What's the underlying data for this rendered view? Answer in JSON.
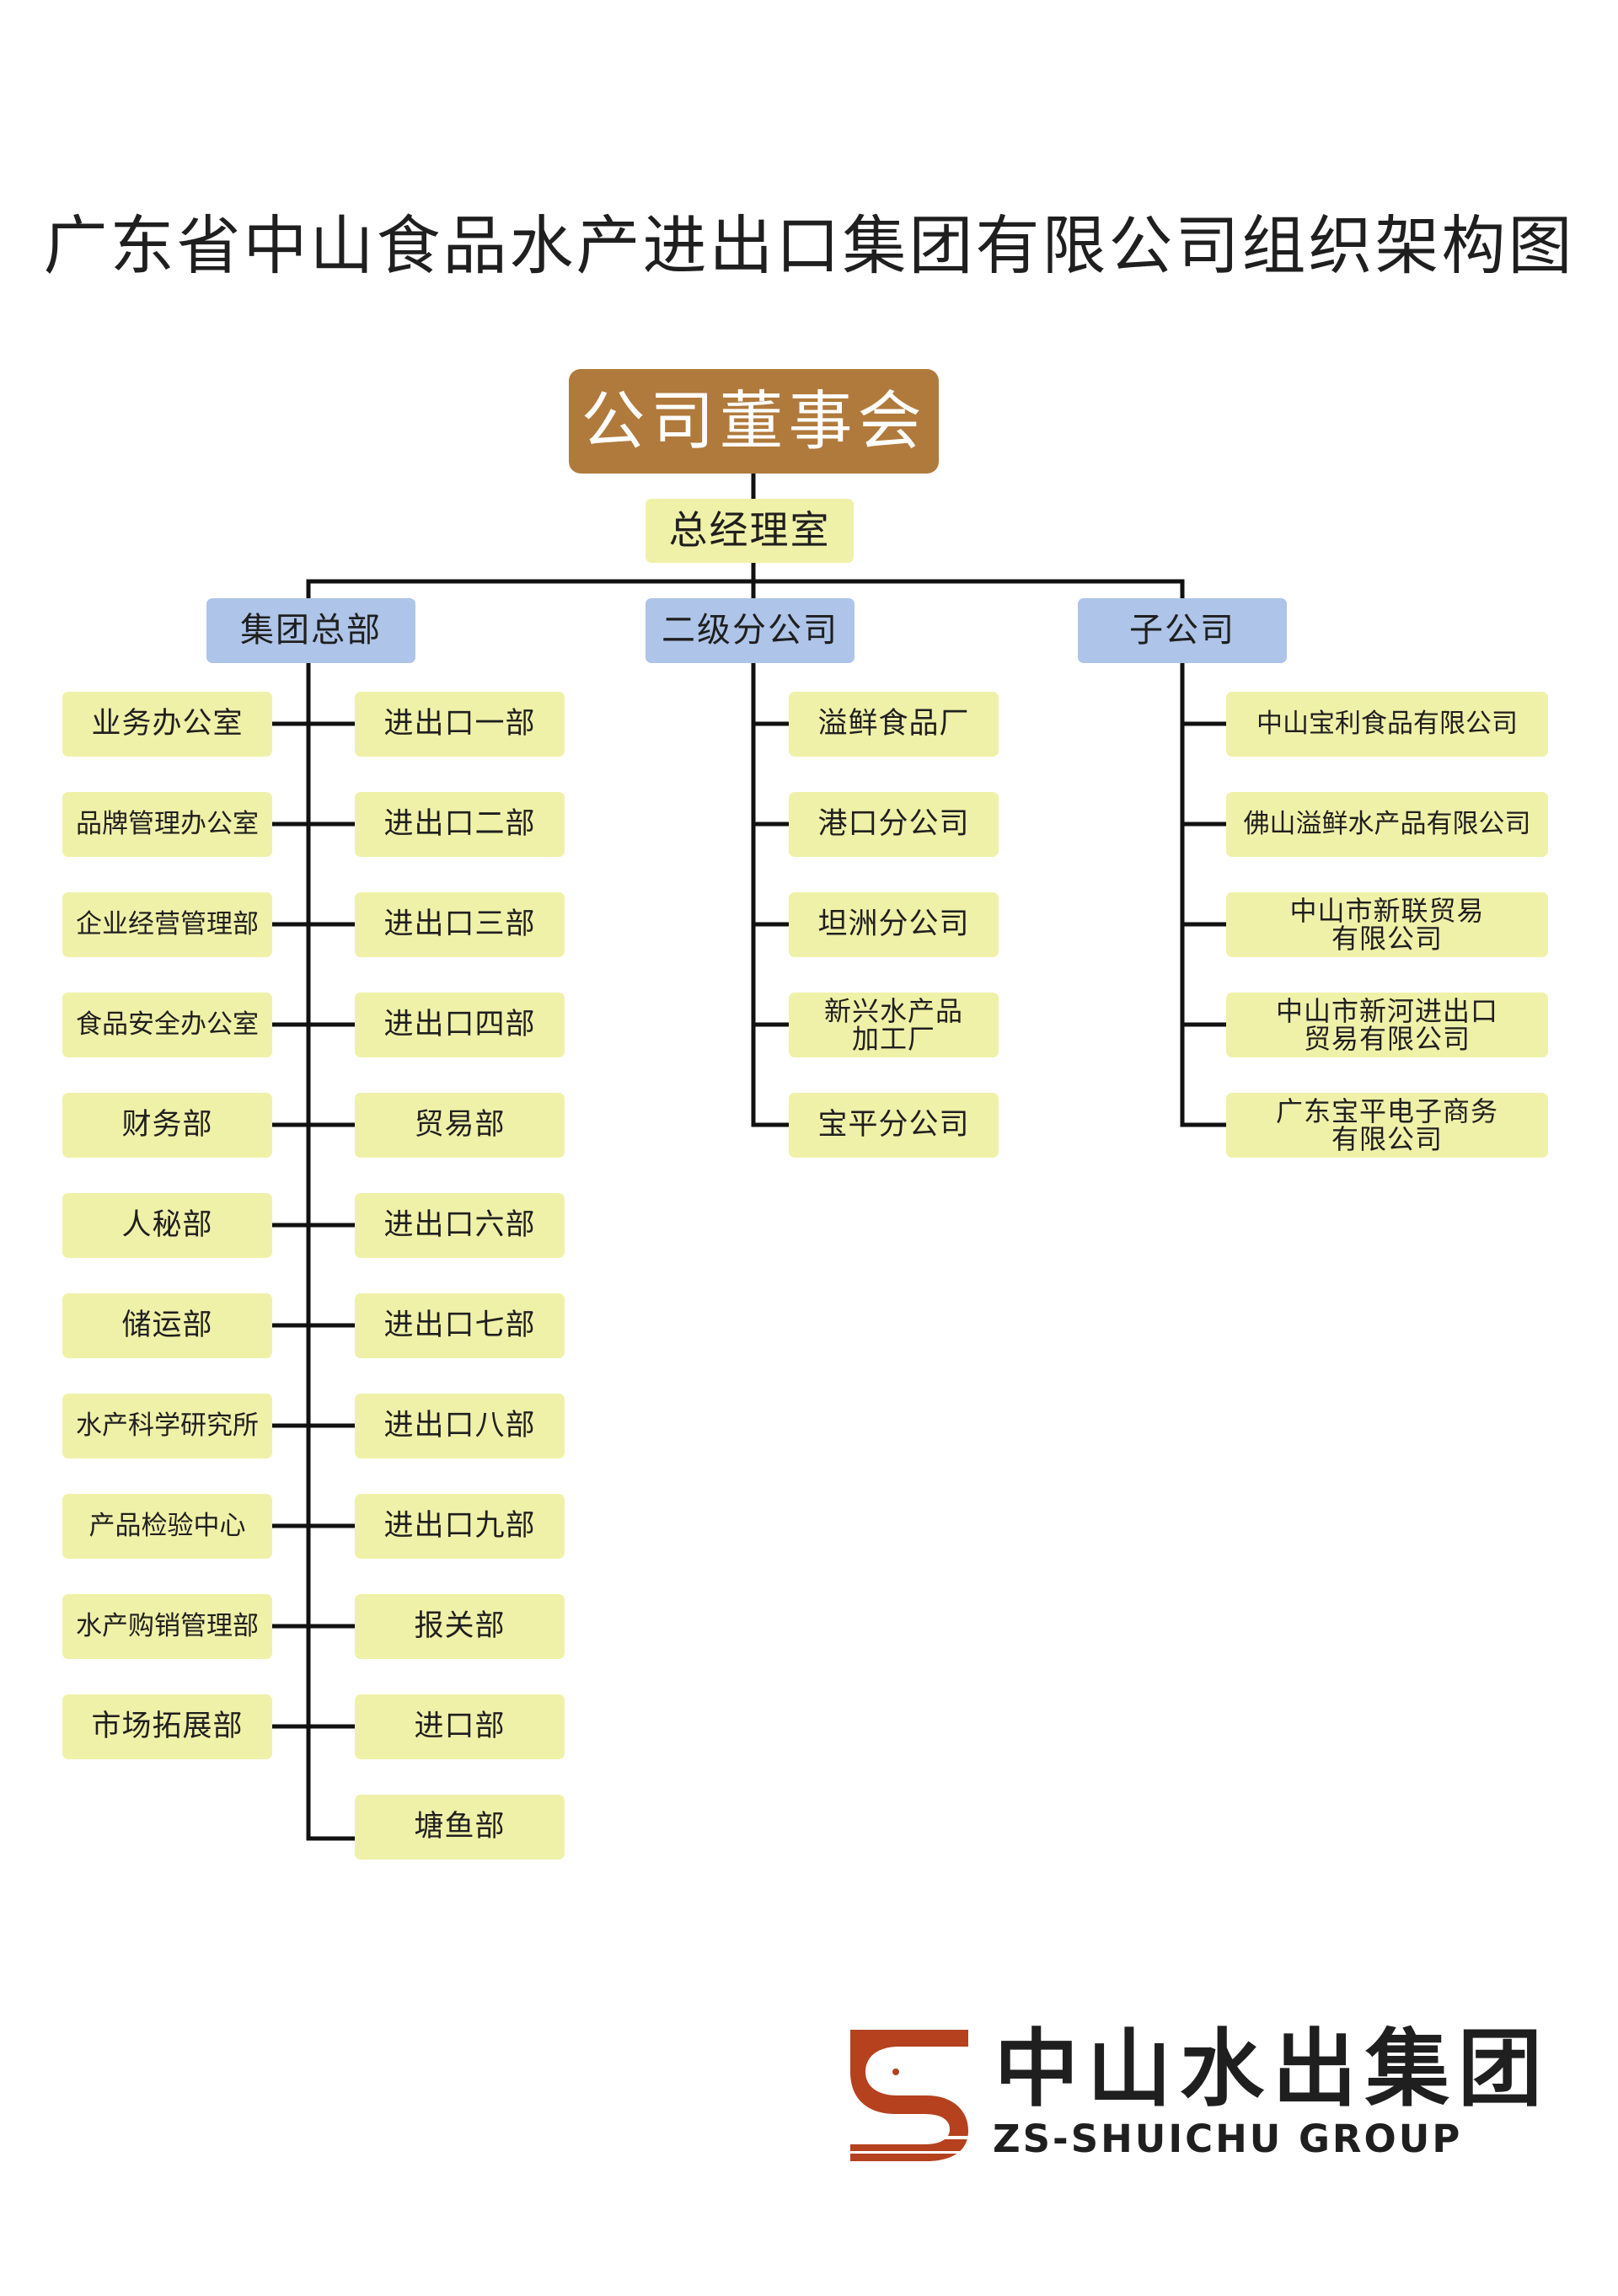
{
  "title": "广东省中山食品水产进出口集团有限公司组织架构图",
  "board": "公司董事会",
  "gm_office": "总经理室",
  "categories": [
    "集团总部",
    "二级分公司",
    "子公司"
  ],
  "hq_left": [
    "业务办公室",
    "品牌管理办公室",
    "企业经营管理部",
    "食品安全办公室",
    "财务部",
    "人秘部",
    "储运部",
    "水产科学研究所",
    "产品检验中心",
    "水产购销管理部",
    "市场拓展部"
  ],
  "hq_right": [
    "进出口一部",
    "进出口二部",
    "进出口三部",
    "进出口四部",
    "贸易部",
    "进出口六部",
    "进出口七部",
    "进出口八部",
    "进出口九部",
    "报关部",
    "进口部",
    "塘鱼部"
  ],
  "branches": [
    "溢鲜食品厂",
    "港口分公司",
    "坦洲分公司",
    "新兴水产品\n加工厂",
    "宝平分公司"
  ],
  "subsidiaries": [
    "中山宝利食品有限公司",
    "佛山溢鲜水产品有限公司",
    "中山市新联贸易\n有限公司",
    "中山市新河进出口\n贸易有限公司",
    "广东宝平电子商务\n有限公司"
  ],
  "logo": {
    "cn": "中山水出集团",
    "en": "ZS-SHUICHU GROUP",
    "mark_color": "#b5411f"
  },
  "colors": {
    "board": "#b07a3c",
    "category": "#aec4e8",
    "leaf": "#f0f1a8",
    "line": "#111111"
  }
}
